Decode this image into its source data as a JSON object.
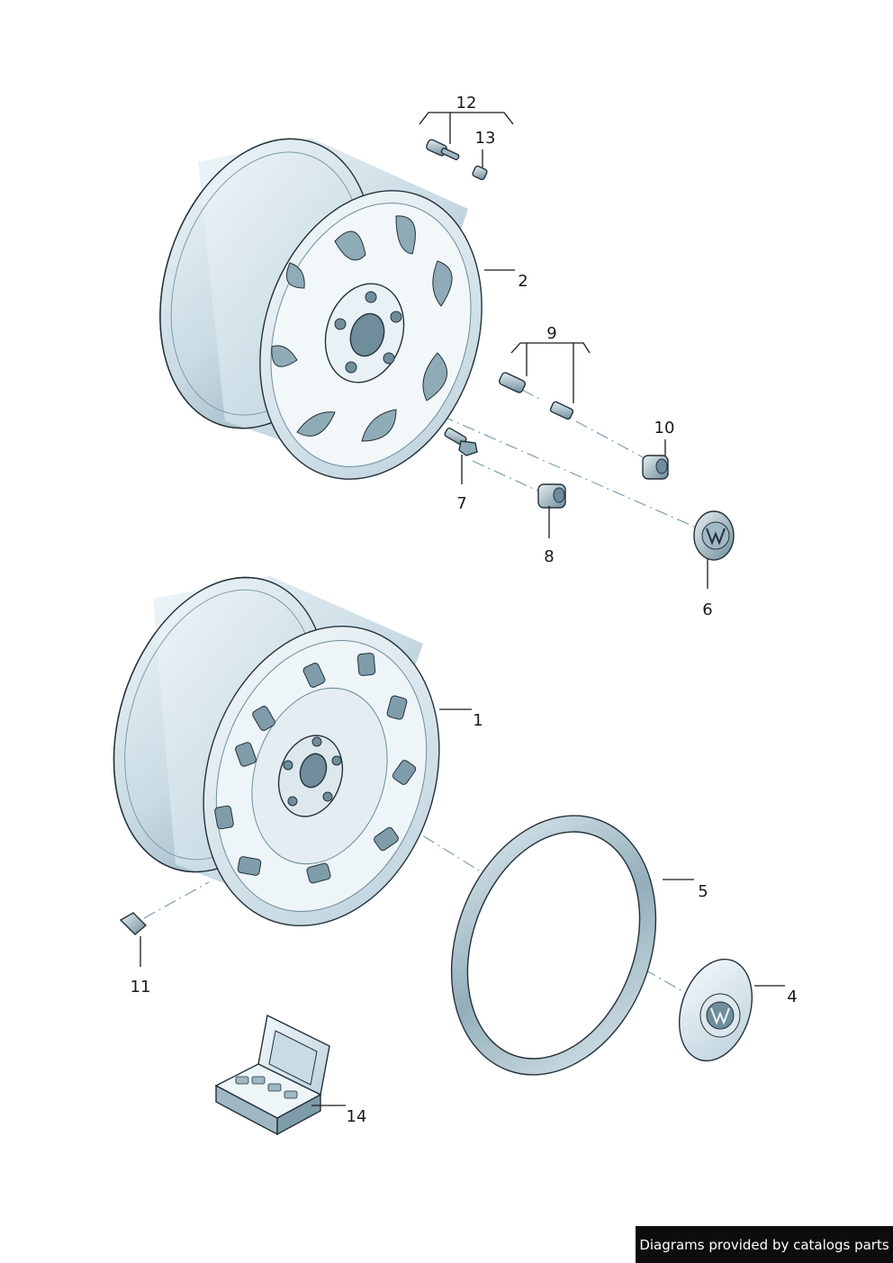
{
  "colors": {
    "part_fill_light": "#eef5f8",
    "part_fill_mid": "#c9dbe4",
    "part_fill_dark": "#7f9caa",
    "outline": "#24313a",
    "leader": "#1a1a1a",
    "credit_bg": "#0d0d0d",
    "credit_text": "#ffffff"
  },
  "icons": {
    "logo_4": "vw-logo-icon",
    "logo_6": "vw-logo-icon"
  },
  "callouts": {
    "c1": "1",
    "c2": "2",
    "c4": "4",
    "c5": "5",
    "c6": "6",
    "c7": "7",
    "c8": "8",
    "c9": "9",
    "c10": "10",
    "c11": "11",
    "c12": "12",
    "c13": "13",
    "c14": "14"
  },
  "credit": "Diagrams provided by catalogs parts"
}
